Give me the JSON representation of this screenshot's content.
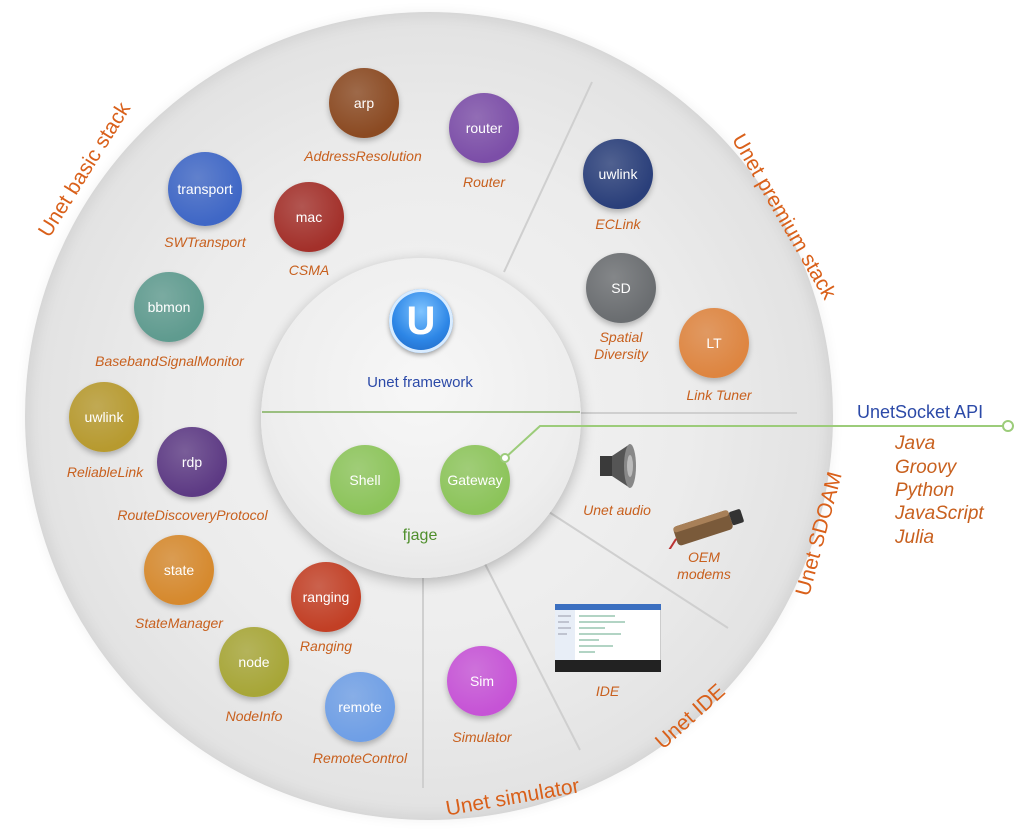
{
  "center": {
    "framework_label": "Unet framework",
    "fjage_label": "fjage"
  },
  "rings": {
    "basic": "Unet basic stack",
    "premium": "Unet premium stack",
    "sdoam": "Unet SDOAM",
    "ide": "Unet IDE",
    "simulator": "Unet simulator"
  },
  "nodes": {
    "arp": {
      "label": "arp",
      "caption": "AddressResolution",
      "color": "#8b4a22"
    },
    "router": {
      "label": "router",
      "caption": "Router",
      "color": "#7c4ea8"
    },
    "transport": {
      "label": "transport",
      "caption": "SWTransport",
      "color": "#3f67c6"
    },
    "mac": {
      "label": "mac",
      "caption": "CSMA",
      "color": "#a3302a"
    },
    "bbmon": {
      "label": "bbmon",
      "caption": "BasebandSignalMonitor",
      "color": "#5f9b8f"
    },
    "uwlink_basic": {
      "label": "uwlink",
      "caption": "ReliableLink",
      "color": "#b79a2f"
    },
    "rdp": {
      "label": "rdp",
      "caption": "RouteDiscoveryProtocol",
      "color": "#5d3a84"
    },
    "state": {
      "label": "state",
      "caption": "StateManager",
      "color": "#d6892d"
    },
    "ranging": {
      "label": "ranging",
      "caption": "Ranging",
      "color": "#c23f25"
    },
    "node": {
      "label": "node",
      "caption": "NodeInfo",
      "color": "#a7a637"
    },
    "remote": {
      "label": "remote",
      "caption": "RemoteControl",
      "color": "#6f9fe6"
    },
    "uwlink_premium": {
      "label": "uwlink",
      "caption": "ECLink",
      "color": "#2a3f7a"
    },
    "sd": {
      "label": "SD",
      "caption_line1": "Spatial",
      "caption_line2": "Diversity",
      "color": "#6a6d70"
    },
    "lt": {
      "label": "LT",
      "caption": "Link Tuner",
      "color": "#de8540"
    },
    "shell": {
      "label": "Shell",
      "color": "#8cc45a"
    },
    "gateway": {
      "label": "Gateway",
      "color": "#8cc45a"
    },
    "sim": {
      "label": "Sim",
      "caption": "Simulator",
      "color": "#c653d6"
    }
  },
  "sdoam": {
    "audio_caption": "Unet audio",
    "modem_caption_line1": "OEM",
    "modem_caption_line2": "modems",
    "speaker_icon": "speaker-icon",
    "modem_icon": "modem-icon"
  },
  "ide": {
    "caption": "IDE",
    "screenshot_icon": "ide-screenshot-icon"
  },
  "api": {
    "title": "UnetSocket API",
    "languages": [
      "Java",
      "Groovy",
      "Python",
      "JavaScript",
      "Julia"
    ]
  },
  "colors": {
    "accent_orange": "#d9601a",
    "api_blue": "#2c4aa8",
    "fjage_green": "#4f8f2c",
    "connector_green": "#9ccc7a"
  }
}
